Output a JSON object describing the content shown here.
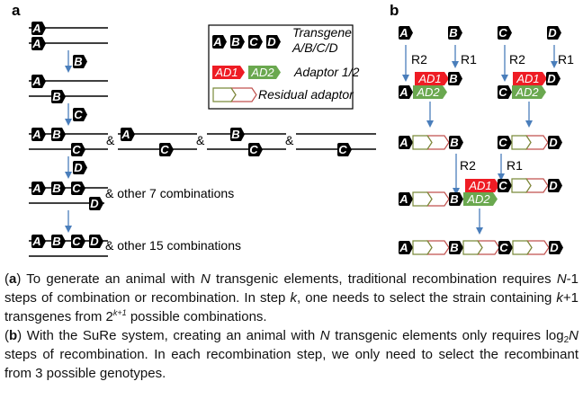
{
  "panels": {
    "a": {
      "label": "a"
    },
    "b": {
      "label": "b"
    }
  },
  "colors": {
    "transgene_fill": "#000000",
    "ad1_fill": "#ee1c24",
    "ad2_fill": "#6aa84f",
    "residual_green_stroke": "#7a8a3a",
    "residual_red_stroke": "#c0504d",
    "arrow": "#4a7ebb",
    "chromosome_line": "#000000"
  },
  "legend": {
    "transgenes": [
      "A",
      "B",
      "C",
      "D"
    ],
    "transgene_label_line1": "Transgene",
    "transgene_label_line2": "A/B/C/D",
    "adaptors": [
      "AD1",
      "AD2"
    ],
    "adaptor_label": "Adaptor 1/2",
    "residual_label": "Residual adaptor"
  },
  "panel_a": {
    "step_tags": [
      "B",
      "C",
      "D"
    ],
    "separator": "&",
    "combo_7": "& other 7 combinations",
    "combo_15": "& other 15 combinations"
  },
  "panel_b": {
    "r2": "R2",
    "r1": "R1",
    "ad1": "AD1",
    "ad2": "AD2"
  },
  "caption": {
    "a_label": "a",
    "a_text_1": " To generate an animal with ",
    "a_N": "N",
    "a_text_2": " transgenic elements, traditional recombination requires ",
    "a_N2": "N",
    "a_text_3": "-1 steps of combination or recombination. In step ",
    "a_k": "k",
    "a_text_4": ", one needs to select the strain containing ",
    "a_k2": "k",
    "a_text_5": "+1 transgenes from 2",
    "a_sup": "k+1",
    "a_text_6": " possible combinations.",
    "b_label": "b",
    "b_text_1": " With the SuRe system, creating an animal with ",
    "b_N": "N",
    "b_text_2": " transgenic elements only requires log",
    "b_sub": "2",
    "b_N2": "N",
    "b_text_3": " steps of recombination. In each recombination step, we only need to select the recombinant from 3 possible genotypes."
  }
}
